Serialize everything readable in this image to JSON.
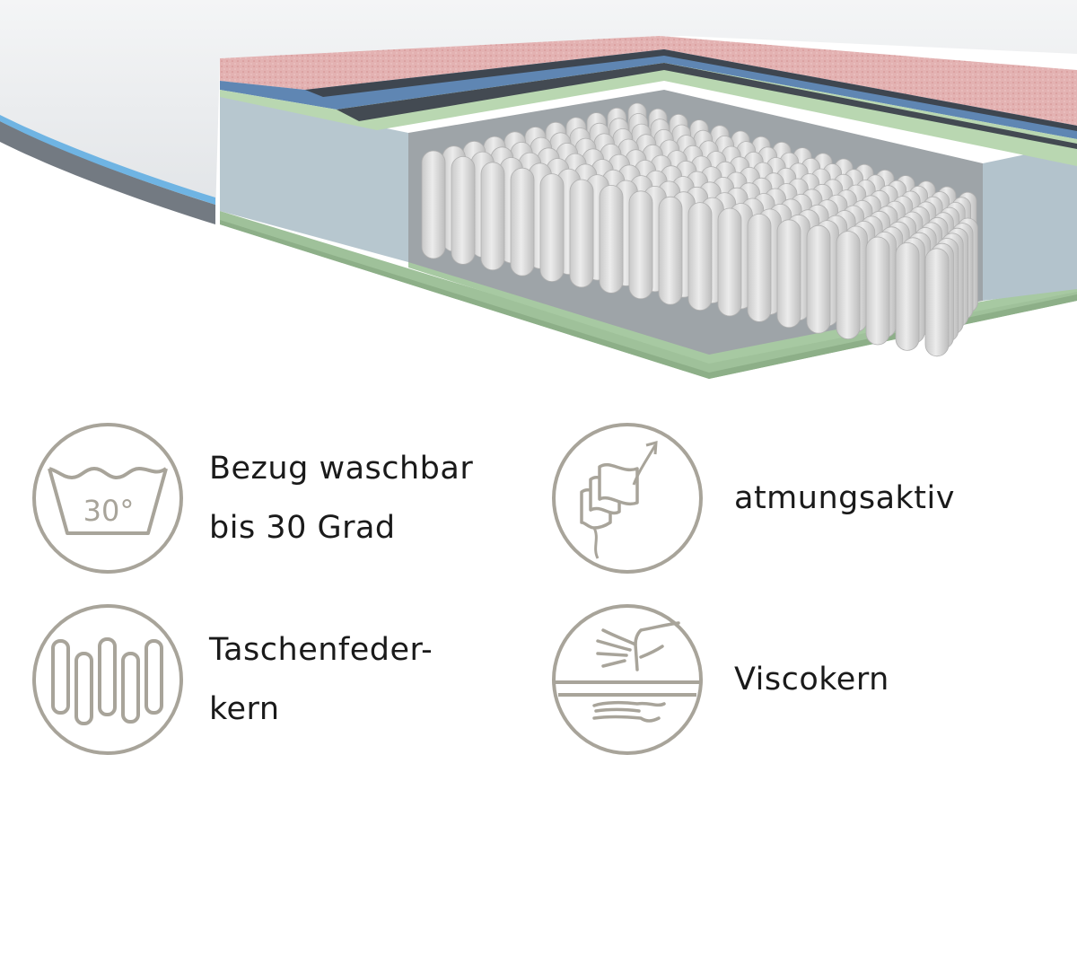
{
  "illustration": {
    "name": "mattress-cross-section",
    "layer_colors": {
      "cover": "#eef0f1",
      "top_layer": "#e4b4b4",
      "blue_layer": "#5f86b3",
      "green_layer": "#b7d6b0",
      "side_foam": "#b6c6cf",
      "spring": "#d8d8d8",
      "base": "#9fc19a"
    }
  },
  "features": [
    {
      "icon": "wash-30-icon",
      "lines": [
        "Bezug waschbar",
        "bis 30 Grad"
      ],
      "icon_text": "30°"
    },
    {
      "icon": "breathable-layers-icon",
      "lines": [
        "atmungsaktiv"
      ]
    },
    {
      "icon": "pocket-spring-icon",
      "lines": [
        "Taschenfeder-",
        "kern"
      ]
    },
    {
      "icon": "visco-hand-icon",
      "lines": [
        "Viscokern"
      ]
    }
  ],
  "icon_color": "#a8a49a"
}
